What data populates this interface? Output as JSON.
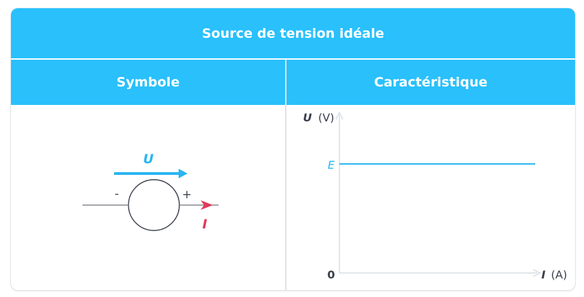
{
  "title": "Source de tension idéale",
  "columns": {
    "symbol": "Symbole",
    "characteristic": "Caractéristique"
  },
  "symbol": {
    "voltage_label": "U",
    "minus_label": "-",
    "plus_label": "+",
    "current_label": "I"
  },
  "graph": {
    "y_axis_symbol": "U",
    "y_axis_unit": "(V)",
    "x_axis_symbol": "I",
    "x_axis_unit": "(A)",
    "level_label": "E",
    "origin_label": "0"
  },
  "colors": {
    "header": "#29c0fc",
    "voltage": "#2ab6ef",
    "current": "#e23a5c",
    "axis": "#d9dde2",
    "text": "#3a3f4b"
  }
}
